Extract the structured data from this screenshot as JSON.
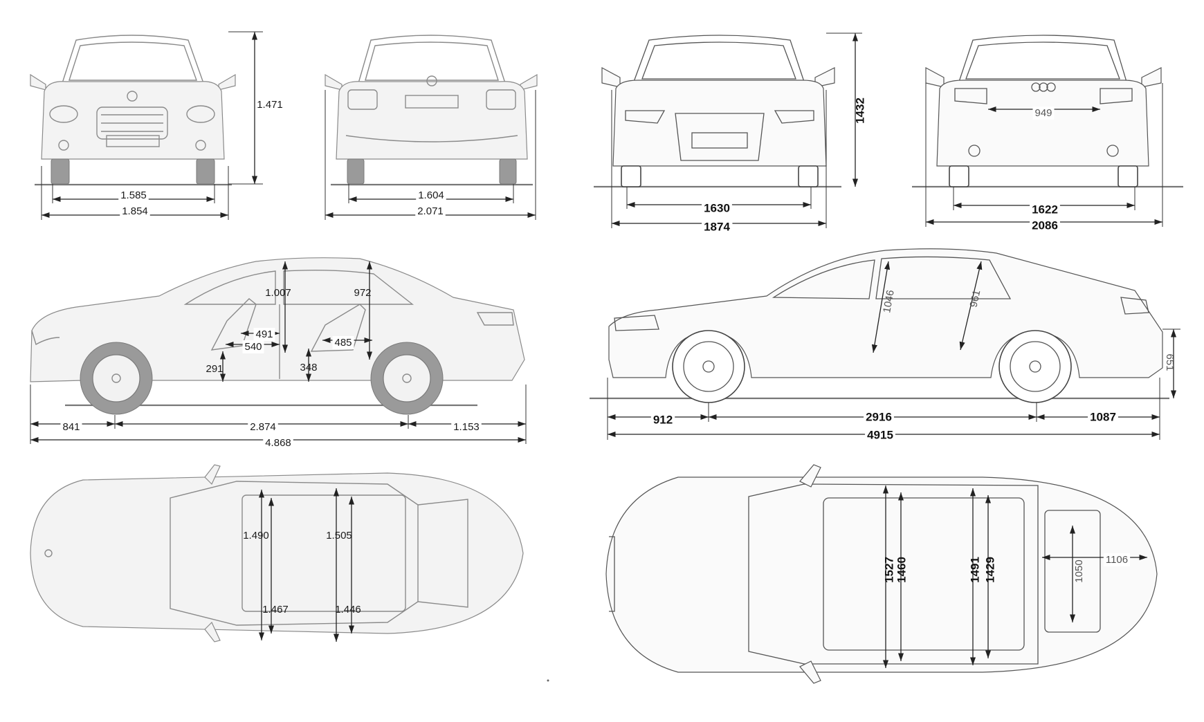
{
  "mercedes": {
    "front": {
      "height": "1.471",
      "track": "1.585",
      "width": "1.854"
    },
    "rear": {
      "track": "1.604",
      "width_mirrors": "2.071"
    },
    "side": {
      "front_headroom": "1.007",
      "rear_headroom": "972",
      "front_legroom_a": "491",
      "front_legroom_b": "540",
      "rear_legroom": "485",
      "front_seat_height": "291",
      "rear_seat_height": "348",
      "front_overhang": "841",
      "wheelbase": "2.874",
      "rear_overhang": "1.153",
      "length": "4.868"
    },
    "top": {
      "front_shoulder": "1.490",
      "rear_shoulder": "1.505",
      "front_elbow": "1.467",
      "rear_elbow": "1.446"
    }
  },
  "audi": {
    "front": {
      "height": "1432",
      "track": "1630",
      "width": "1874"
    },
    "rear": {
      "trunk_opening": "949",
      "track": "1622",
      "width_mirrors": "2086"
    },
    "side": {
      "front_headroom": "1046",
      "rear_headroom": "961",
      "load_sill": "651",
      "front_overhang": "912",
      "wheelbase": "2916",
      "rear_overhang": "1087",
      "length": "4915"
    },
    "top": {
      "front_shoulder": "1527",
      "front_elbow": "1460",
      "rear_shoulder": "1491",
      "rear_elbow": "1429",
      "trunk_length": "1106",
      "trunk_width": "1050"
    }
  },
  "colors": {
    "mercedes_line": "#8a8a8a",
    "audi_line": "#555555",
    "dimension_line": "#222222"
  }
}
